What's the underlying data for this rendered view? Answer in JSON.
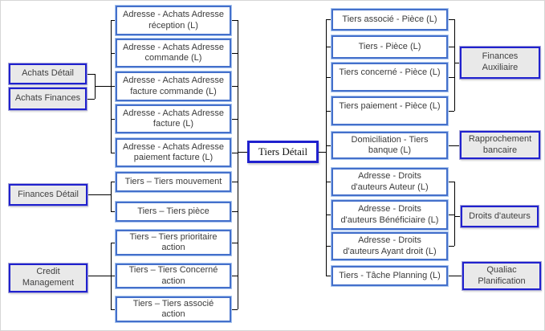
{
  "center": {
    "label": "Tiers Détail"
  },
  "categories": {
    "achats_detail": "Achats Détail",
    "achats_finances": "Achats Finances",
    "finances_detail": "Finances Détail",
    "credit_management": "Credit\nManagement",
    "finances_auxiliaire": "Finances\nAuxiliaire",
    "rapprochement_bancaire": "Rapprochement\nbancaire",
    "droits_auteurs": "Droits d'auteurs",
    "qualiac_planification": "Qualiac\nPlanification"
  },
  "left_nodes": [
    "Adresse - Achats Adresse\nréception (L)",
    "Adresse - Achats Adresse\ncommande (L)",
    "Adresse - Achats Adresse\nfacture commande (L)",
    "Adresse - Achats Adresse\nfacture (L)",
    "Adresse - Achats Adresse\npaiement facture (L)",
    "Tiers – Tiers mouvement",
    "Tiers – Tiers pièce",
    "Tiers – Tiers prioritaire\naction",
    "Tiers – Tiers Concerné\naction",
    "Tiers – Tiers associé\naction"
  ],
  "right_nodes": [
    "Tiers associé - Pièce (L)",
    "Tiers - Pièce (L)",
    "Tiers concerné - Pièce (L)",
    "Tiers paiement - Pièce (L)",
    "Domiciliation - Tiers\nbanque (L)",
    "Adresse - Droits\nd'auteurs Auteur (L)",
    "Adresse - Droits\nd'auteurs Bénéficiaire (L)",
    "Adresse - Droits\nd'auteurs Ayant droit (L)",
    "Tiers - Tâche Planning (L)"
  ],
  "colors": {
    "node_border": "#4470cb",
    "node_border_glow": "#a9c5ef",
    "category_border": "#2021ce",
    "category_fill": "#e9e9e9",
    "connector": "#000000",
    "text": "#3b3b3b"
  }
}
